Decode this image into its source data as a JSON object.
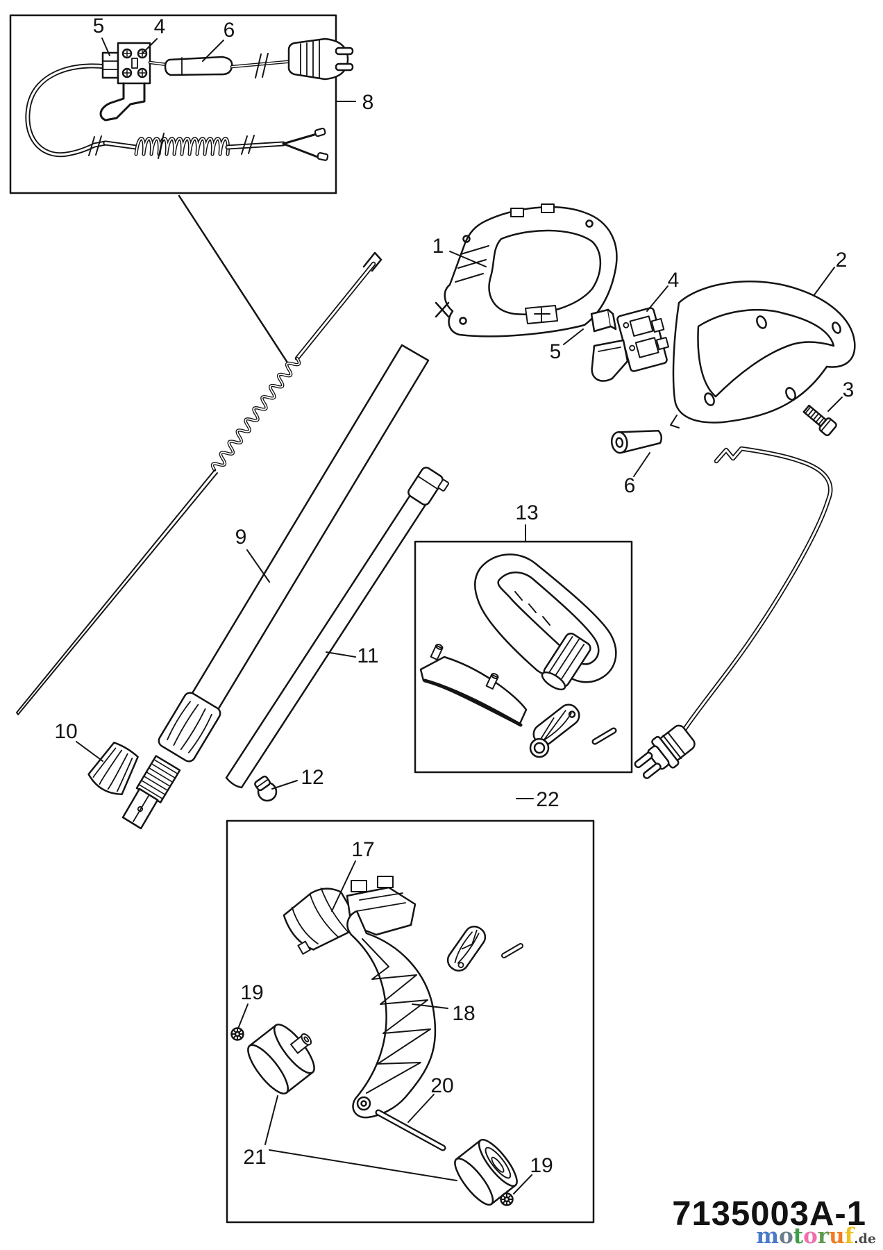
{
  "doc": {
    "code": "7135003A-1"
  },
  "colors": {
    "line": "#141414",
    "background": "#ffffff",
    "code_text": "#121212"
  },
  "callouts": {
    "c5a": "5",
    "c4a": "4",
    "c6a": "6",
    "c8": "8",
    "c1": "1",
    "c4b": "4",
    "c5b": "5",
    "c2": "2",
    "c3": "3",
    "c6b": "6",
    "c13": "13",
    "c9": "9",
    "c11": "11",
    "c10": "10",
    "c12": "12",
    "c22": "22",
    "c17": "17",
    "c18": "18",
    "c19a": "19",
    "c19b": "19",
    "c20": "20",
    "c21": "21"
  },
  "watermark": {
    "letters": [
      {
        "ch": "m",
        "color": "#4a7bc9"
      },
      {
        "ch": "o",
        "color": "#6b7d8c"
      },
      {
        "ch": "t",
        "color": "#3d9e45"
      },
      {
        "ch": "o",
        "color": "#ee6fae"
      },
      {
        "ch": "r",
        "color": "#5f9a4d"
      },
      {
        "ch": "u",
        "color": "#ef7d1f"
      },
      {
        "ch": "f",
        "color": "#f0c11e"
      }
    ],
    "suffix": {
      "ch": ".de",
      "color": "#4a4a4a"
    }
  }
}
